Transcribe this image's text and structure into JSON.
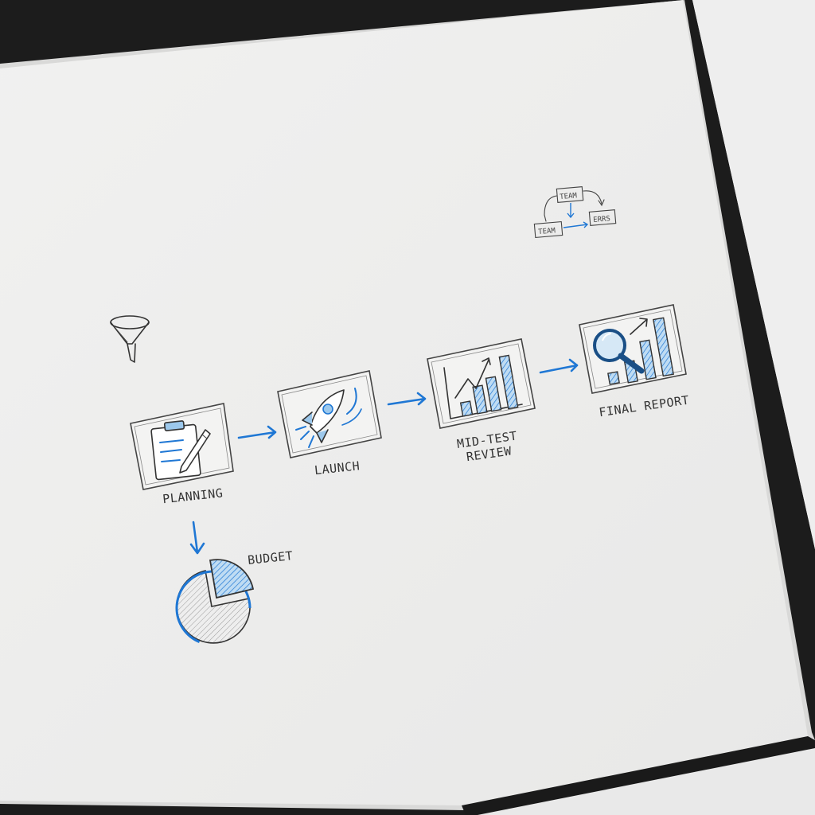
{
  "diagram": {
    "steps": [
      {
        "id": "planning",
        "label": "PLANNING",
        "icon": "clipboard-pencil-icon"
      },
      {
        "id": "launch",
        "label": "LAUNCH",
        "icon": "rocket-icon"
      },
      {
        "id": "mid-test-review",
        "label_line1": "MID-TEST",
        "label_line2": "REVIEW",
        "icon": "rising-bar-chart-icon"
      },
      {
        "id": "final-report",
        "label": "FINAL REPORT",
        "icon": "magnifier-bar-chart-icon"
      }
    ],
    "budget": {
      "label": "BUDGET",
      "icon": "pie-chart-icon"
    },
    "team_flow": {
      "box1": "TEAM",
      "box2": "TEAM",
      "box3": "ERRS"
    },
    "funnel": {
      "icon": "funnel-icon"
    },
    "colors": {
      "accent": "#1f77d4",
      "ink": "#333333",
      "paper": "#f4f4f3"
    }
  }
}
